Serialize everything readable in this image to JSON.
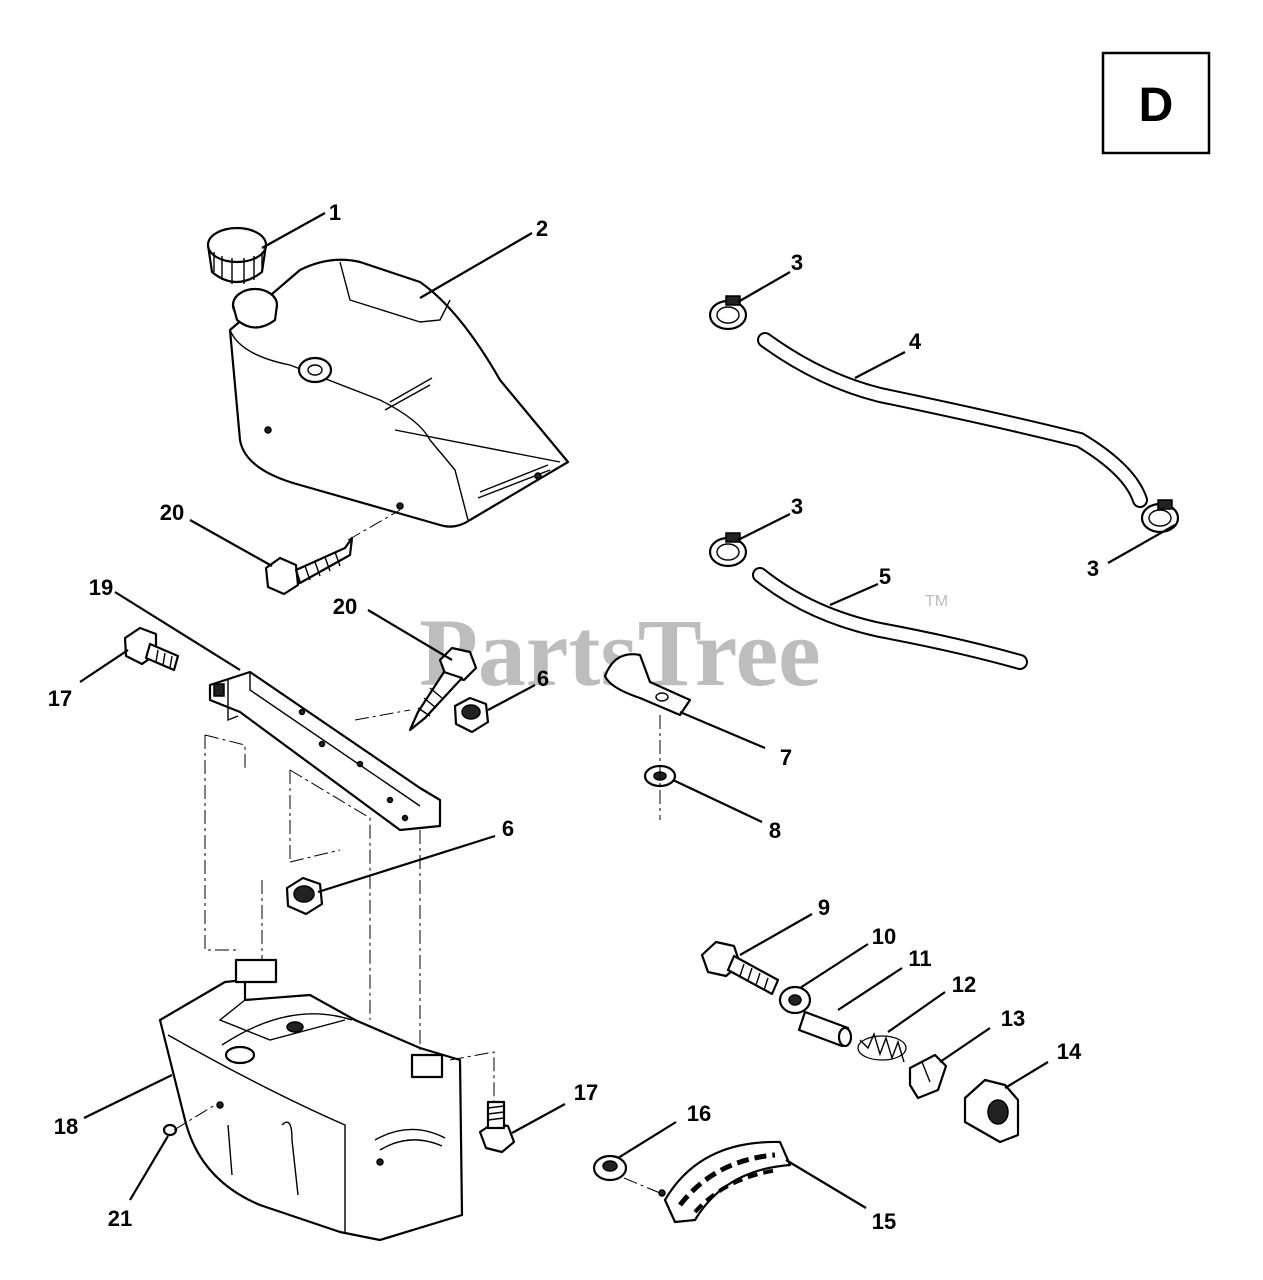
{
  "diagram": {
    "section_letter": "D",
    "watermark": "PartsTree",
    "watermark_tm": "TM",
    "callouts": {
      "c1": "1",
      "c2": "2",
      "c3a": "3",
      "c3b": "3",
      "c3c": "3",
      "c4": "4",
      "c5": "5",
      "c6a": "6",
      "c6b": "6",
      "c7": "7",
      "c8": "8",
      "c9": "9",
      "c10": "10",
      "c11": "11",
      "c12": "12",
      "c13": "13",
      "c14": "14",
      "c15": "15",
      "c16": "16",
      "c17a": "17",
      "c17b": "17",
      "c18": "18",
      "c19": "19",
      "c20a": "20",
      "c20b": "20",
      "c21": "21"
    }
  }
}
